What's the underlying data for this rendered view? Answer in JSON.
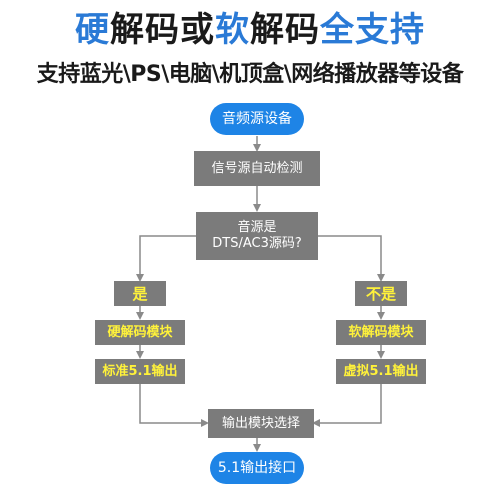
{
  "header": {
    "title_parts": [
      "硬",
      "解码或",
      "软",
      "解码",
      "全支持"
    ],
    "subtitle": "支持蓝光\\PS\\电脑\\机顶盒\\网络播放器等设备"
  },
  "flow": {
    "start": "音频源设备",
    "detect": "信号源自动检测",
    "decision_line1": "音源是",
    "decision_line2": "DTS/AC3源码?",
    "yes_label": "是",
    "no_label": "不是",
    "hw_decode": "硬解码模块",
    "sw_decode": "软解码模块",
    "standard_out": "标准5.1输出",
    "virtual_out": "虚拟5.1输出",
    "select_out": "输出模块选择",
    "final_out": "5.1输出接口"
  },
  "colors": {
    "accent_blue": "#2a7ad6",
    "pill_blue": "#1e84e6",
    "box_gray": "#7b7b7b",
    "label_yellow": "#fff23a",
    "line_gray": "#8a8a8a"
  }
}
